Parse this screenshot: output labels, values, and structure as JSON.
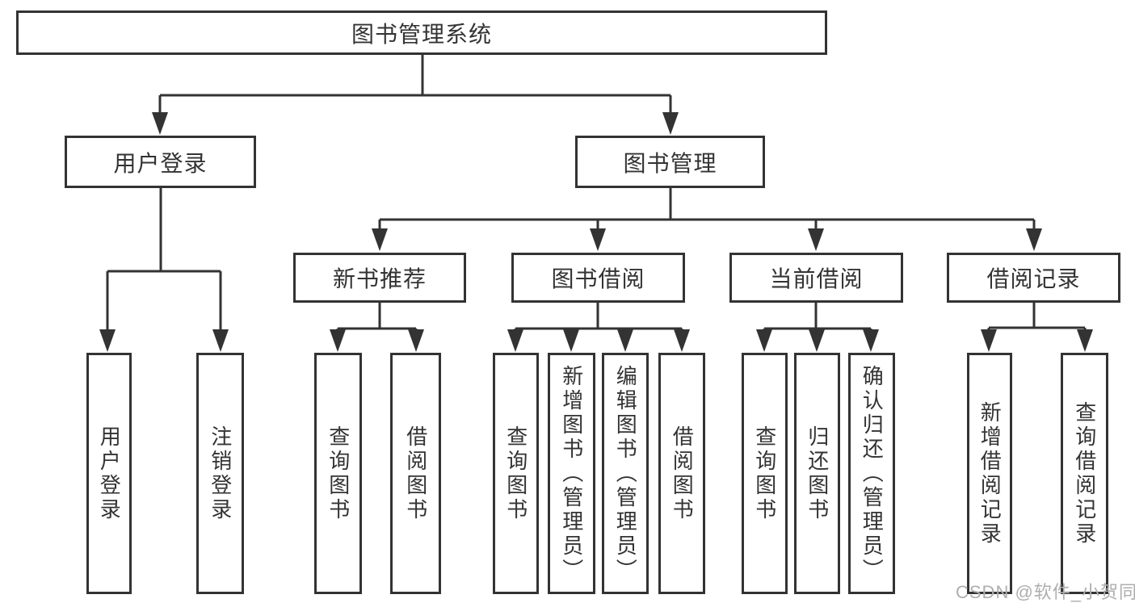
{
  "diagram": {
    "tree": {
      "label": "图书管理系统",
      "children": [
        {
          "label": "用户登录",
          "children": [
            {
              "label": "用户登录"
            },
            {
              "label": "注销登录"
            }
          ]
        },
        {
          "label": "图书管理",
          "children": [
            {
              "label": "新书推荐",
              "children": [
                {
                  "label": "查询图书"
                },
                {
                  "label": "借阅图书"
                }
              ]
            },
            {
              "label": "图书借阅",
              "children": [
                {
                  "label": "查询图书"
                },
                {
                  "label": "新增图书（管理员）"
                },
                {
                  "label": "编辑图书（管理员）"
                },
                {
                  "label": "借阅图书"
                }
              ]
            },
            {
              "label": "当前借阅",
              "children": [
                {
                  "label": "查询图书"
                },
                {
                  "label": "归还图书"
                },
                {
                  "label": "确认归还（管理员）"
                }
              ]
            },
            {
              "label": "借阅记录",
              "children": [
                {
                  "label": "新增借阅记录"
                },
                {
                  "label": "查询借阅记录"
                }
              ]
            }
          ]
        }
      ]
    },
    "watermark": {
      "text": "CSDN @软件_小贺同学"
    },
    "colors": {
      "line": "#333333",
      "text": "#333333",
      "box_background": "#ffffff",
      "watermark": "#aeaeae",
      "background": "#ffffff"
    }
  }
}
